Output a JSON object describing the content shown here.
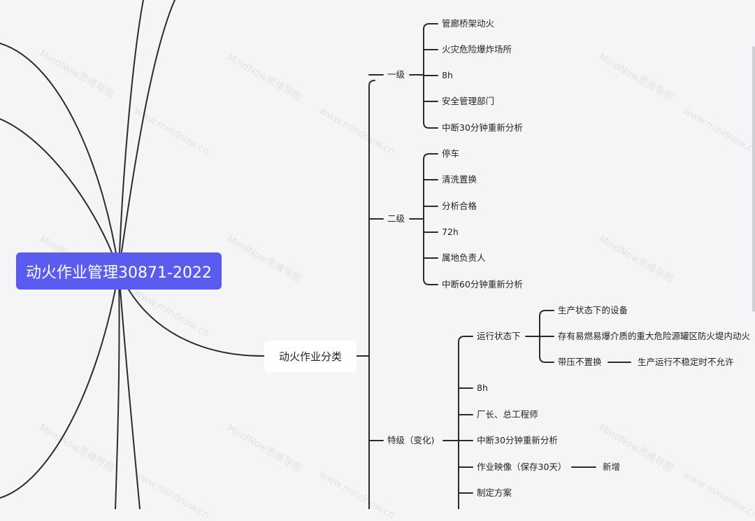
{
  "root": {
    "label": "动火作业管理30871-2022"
  },
  "category": {
    "label": "动火作业分类",
    "levels": [
      {
        "label": "一级",
        "items": [
          "管廊桥架动火",
          "火灾危险爆炸场所",
          "8h",
          "安全管理部门",
          "中断30分钟重新分析"
        ]
      },
      {
        "label": "二级",
        "items": [
          "停车",
          "清洗置换",
          "分析合格",
          "72h",
          "属地负责人",
          "中断60分钟重新分析"
        ]
      },
      {
        "label": "特级（变化)",
        "running": {
          "label": "运行状态下",
          "items": [
            "生产状态下的设备",
            "存有易燃易爆介质的重大危险源罐区防火堤内动火"
          ],
          "pressure": {
            "label": "带压不置换",
            "note": "生产运行不稳定时不允许"
          }
        },
        "items": [
          "8h",
          "厂长、总工程师",
          "中断30分钟重新分析"
        ],
        "video": {
          "label": "作业映像（保存30天）",
          "note": "新增"
        },
        "plan": "制定方案"
      }
    ]
  },
  "watermark": {
    "brand": "MindNow思维导图",
    "url": "www.mindnow.cn"
  },
  "colors": {
    "accent": "#5a5cf0",
    "line": "#2b2b2b",
    "background": "#f5f5f7"
  }
}
